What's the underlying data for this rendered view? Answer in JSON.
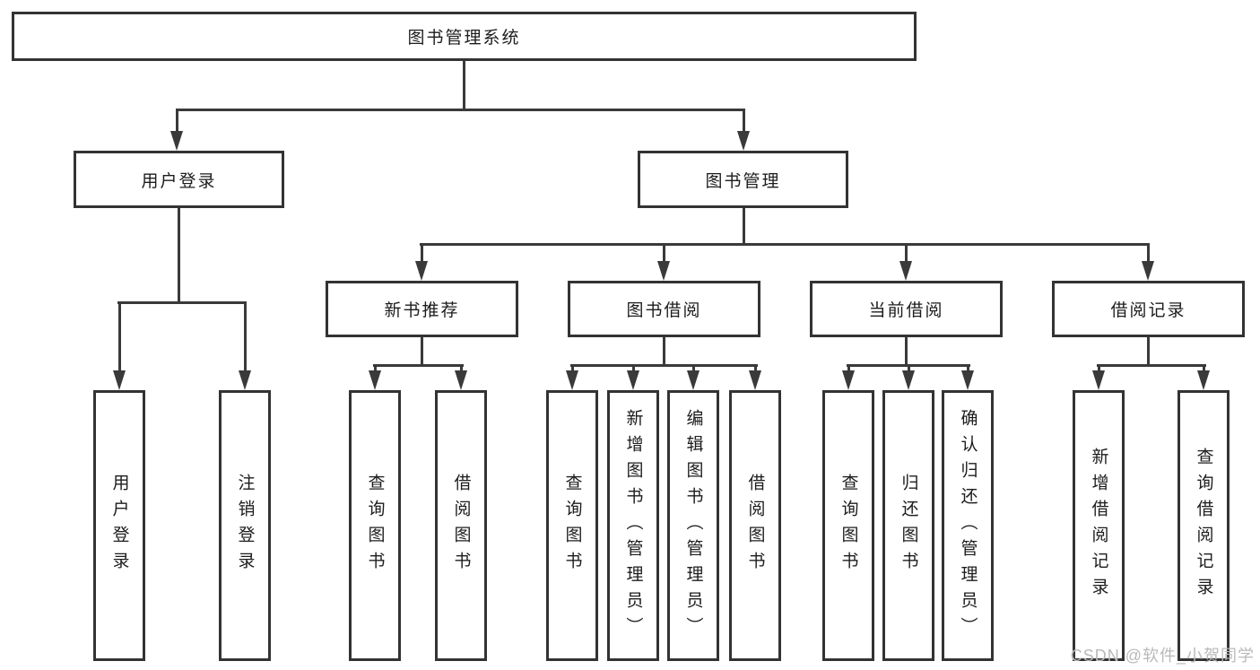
{
  "diagram": {
    "root": {
      "label": "图书管理系统"
    },
    "level2": [
      {
        "id": "user-login",
        "label": "用户登录"
      },
      {
        "id": "book-management",
        "label": "图书管理"
      }
    ],
    "level3": [
      {
        "id": "new-book-recommend",
        "label": "新书推荐"
      },
      {
        "id": "book-borrow",
        "label": "图书借阅"
      },
      {
        "id": "current-borrow",
        "label": "当前借阅"
      },
      {
        "id": "borrow-records",
        "label": "借阅记录"
      }
    ],
    "leaves": {
      "user_login": [
        {
          "label": "用户登录"
        },
        {
          "label": "注销登录"
        }
      ],
      "new_book": [
        {
          "label": "查询图书"
        },
        {
          "label": "借阅图书"
        }
      ],
      "book_borrow": [
        {
          "label": "查询图书"
        },
        {
          "label": "新增图书（管理员）"
        },
        {
          "label": "编辑图书（管理员）"
        },
        {
          "label": "借阅图书"
        }
      ],
      "current_borrow": [
        {
          "label": "查询图书"
        },
        {
          "label": "归还图书"
        },
        {
          "label": "确认归还（管理员）"
        }
      ],
      "borrow_records": [
        {
          "label": "新增借阅记录"
        },
        {
          "label": "查询借阅记录"
        }
      ]
    }
  },
  "watermark": {
    "text": "CSDN @软件_小贺同学"
  },
  "colors": {
    "line": "#3a3a3a",
    "box_border": "#333333",
    "box_fill": "#ffffff",
    "text": "#1c1c1c",
    "watermark": "#b9b9b9"
  }
}
